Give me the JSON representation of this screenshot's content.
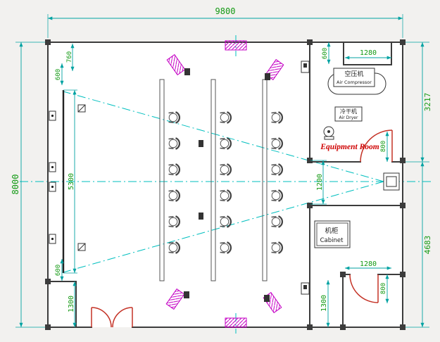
{
  "drawing_title": "equipment-room-floor-plan",
  "dims": {
    "overall_width": "9800",
    "overall_height": "8000",
    "right_upper_height": "3217",
    "right_lower_height": "4683",
    "top_left_inset": "600",
    "top_left_offset": "760",
    "screen_span": "5300",
    "bottom_left_inset": "600",
    "bottom_left_depth": "1300",
    "rear_opening": "1200",
    "top_right_inset": "600",
    "top_right_width": "1280",
    "equipment_door": "800",
    "bottom_right_width": "1280",
    "bottom_right_door": "800",
    "bottom_right_depth": "1300"
  },
  "rooms": {
    "equipment_room": "Equipment Room",
    "air_compressor_cn": "空压机",
    "air_compressor_en": "Air Compressor",
    "air_dryer_cn": "冷干机",
    "air_dryer_en": "Air Dryer",
    "cabinet_cn": "机柜",
    "cabinet_en": "Cabinet"
  },
  "symbols": {
    "seat": "chair-symbol",
    "speaker": "hatched-speaker-symbol",
    "door": "door-swing-arc",
    "projector": "projector-box",
    "sightline": "projection-cone-centerline"
  },
  "colors": {
    "wall": "#3c3c3c",
    "dimension_line": "#00a2a2",
    "dimension_text": "#129912",
    "door": "#c43226",
    "speaker": "#c400c4",
    "sightline": "#00bfbf",
    "equipment_room_text": "#cf0000"
  }
}
